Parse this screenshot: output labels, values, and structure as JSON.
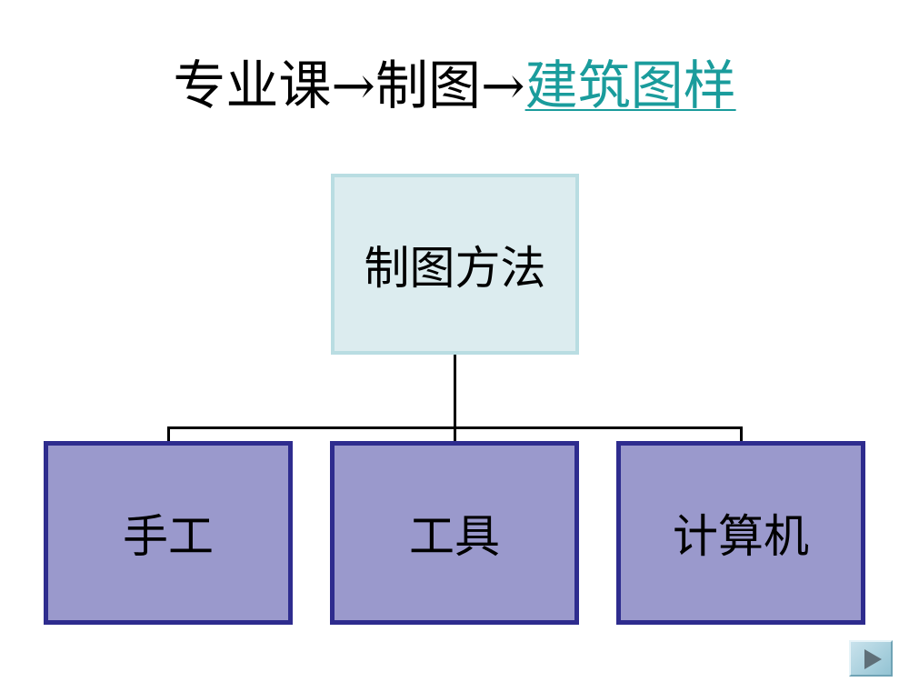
{
  "title": {
    "prefix": "专业课→制图→",
    "link": "建筑图样",
    "link_color": "#1a9c9c"
  },
  "diagram": {
    "root": {
      "label": "制图方法",
      "fill": "#dcecef",
      "border": "#b9dde2"
    },
    "children": [
      {
        "label": "手工"
      },
      {
        "label": "工具"
      },
      {
        "label": "计算机"
      }
    ],
    "child_fill": "#9a99cc",
    "child_border": "#2e2c8e"
  },
  "navigation": {
    "next_icon": "play-triangle-icon"
  }
}
